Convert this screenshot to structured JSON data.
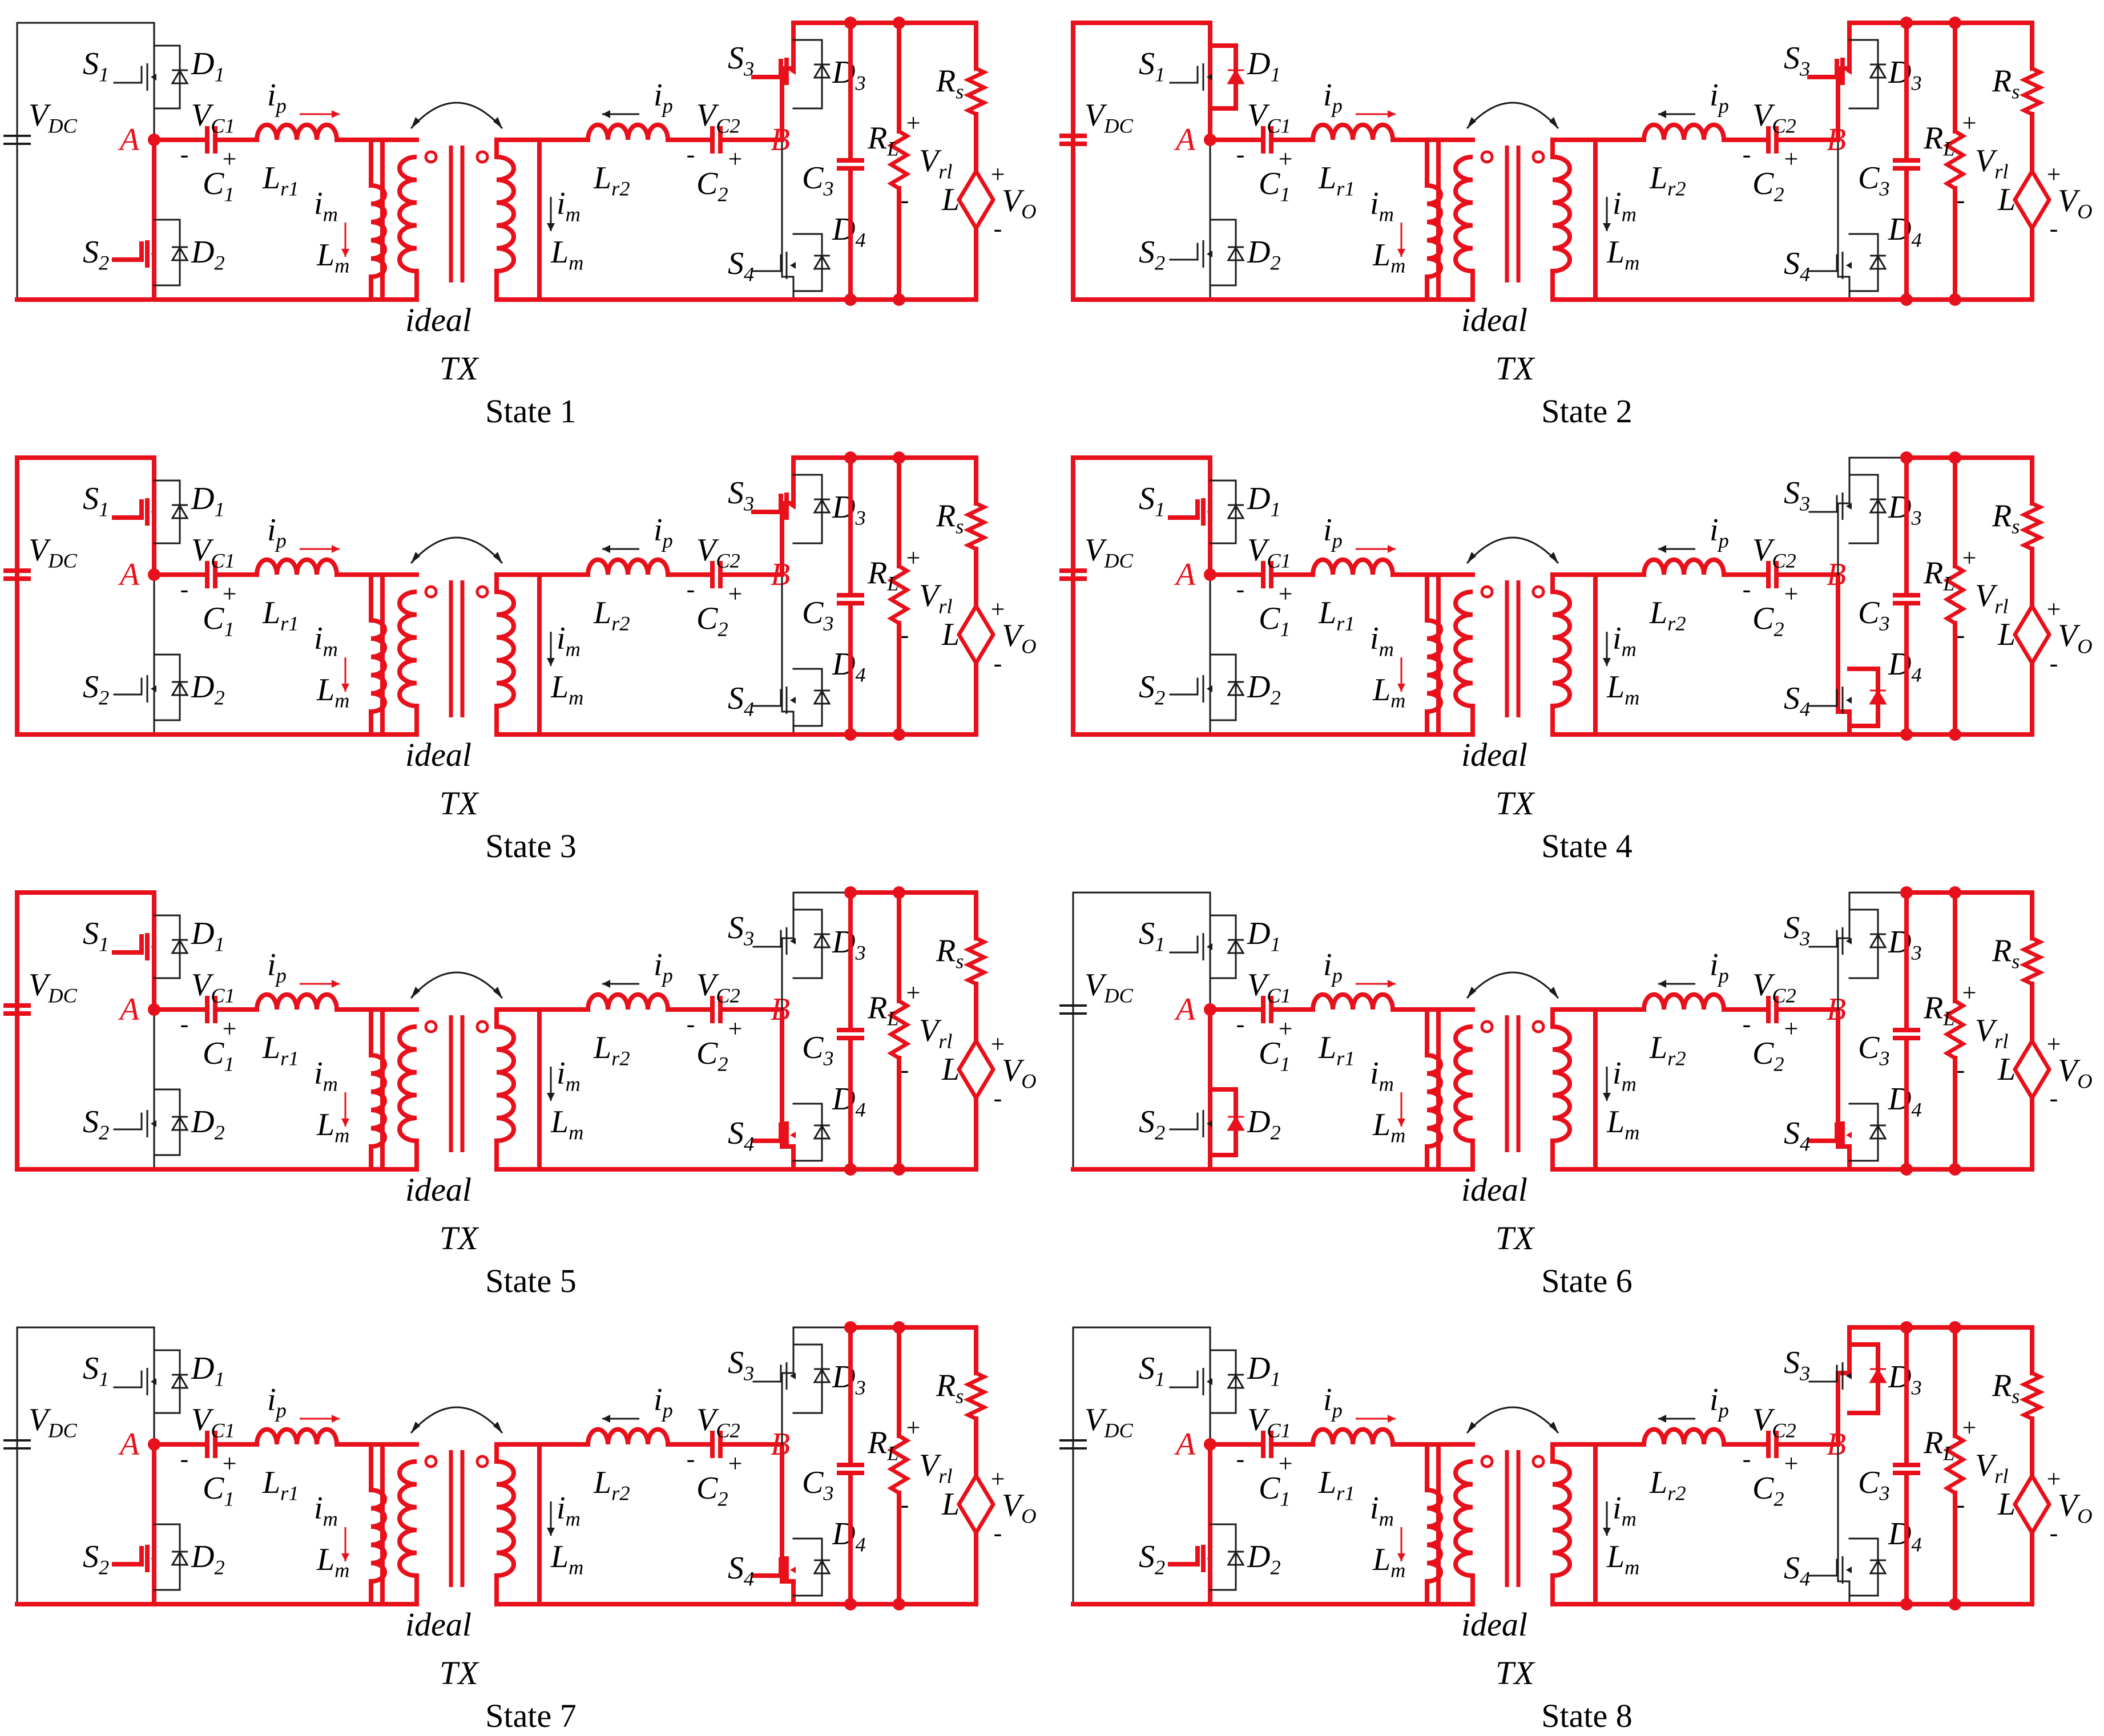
{
  "colors": {
    "active": "#e8101a",
    "inactive": "#1a1a1a",
    "background": "#ffffff"
  },
  "labels": {
    "S1": "S",
    "S1_sub": "1",
    "D1": "D",
    "D1_sub": "1",
    "S2": "S",
    "S2_sub": "2",
    "D2": "D",
    "D2_sub": "2",
    "S3": "S",
    "S3_sub": "3",
    "D3": "D",
    "D3_sub": "3",
    "S4": "S",
    "S4_sub": "4",
    "D4": "D",
    "D4_sub": "4",
    "VDC": "V",
    "VDC_sub": "DC",
    "A": "A",
    "B": "B",
    "VC1": "V",
    "VC1_sub": "C1",
    "VC2": "V",
    "VC2_sub": "C2",
    "C1": "C",
    "C1_sub": "1",
    "C2": "C",
    "C2_sub": "2",
    "C3": "C",
    "C3_sub": "3",
    "ip": "i",
    "ip_sub": "p",
    "im": "i",
    "im_sub": "m",
    "Lr1": "L",
    "Lr1_sub": "r1",
    "Lr2": "L",
    "Lr2_sub": "r2",
    "Lm": "L",
    "Lm_sub": "m",
    "RL": "R",
    "RL_sub": "L",
    "Rs": "R",
    "Rs_sub": "s",
    "Vrl": "V",
    "Vrl_sub": "rl",
    "L": "L",
    "VO": "V",
    "VO_sub": "O",
    "ideal": "ideal",
    "TX": "TX",
    "plus": "+",
    "minus": "-"
  },
  "states": [
    {
      "caption": "State 1",
      "active": {
        "s1": false,
        "s2": true,
        "s3": true,
        "s4": false,
        "vdc": false,
        "left_upper": false,
        "left_lower": true,
        "right_upper": true,
        "right_lower": false,
        "d1": false,
        "d2": false,
        "d3": false,
        "d4": false
      }
    },
    {
      "caption": "State 2",
      "active": {
        "s1": false,
        "s2": false,
        "s3": true,
        "s4": false,
        "vdc": true,
        "left_upper": true,
        "left_lower": false,
        "right_upper": true,
        "right_lower": false,
        "d1": true,
        "d2": false,
        "d3": false,
        "d4": false
      }
    },
    {
      "caption": "State 3",
      "active": {
        "s1": true,
        "s2": false,
        "s3": true,
        "s4": false,
        "vdc": true,
        "left_upper": true,
        "left_lower": false,
        "right_upper": true,
        "right_lower": false,
        "d1": false,
        "d2": false,
        "d3": false,
        "d4": false
      }
    },
    {
      "caption": "State 4",
      "active": {
        "s1": true,
        "s2": false,
        "s3": false,
        "s4": false,
        "vdc": true,
        "left_upper": true,
        "left_lower": false,
        "right_upper": false,
        "right_lower": true,
        "d1": false,
        "d2": false,
        "d3": false,
        "d4": true
      }
    },
    {
      "caption": "State 5",
      "active": {
        "s1": true,
        "s2": false,
        "s3": false,
        "s4": true,
        "vdc": true,
        "left_upper": true,
        "left_lower": false,
        "right_upper": false,
        "right_lower": true,
        "d1": false,
        "d2": false,
        "d3": false,
        "d4": false
      }
    },
    {
      "caption": "State 6",
      "active": {
        "s1": false,
        "s2": false,
        "s3": false,
        "s4": true,
        "vdc": false,
        "left_upper": false,
        "left_lower": true,
        "right_upper": false,
        "right_lower": true,
        "d1": false,
        "d2": true,
        "d3": false,
        "d4": false
      }
    },
    {
      "caption": "State 7",
      "active": {
        "s1": false,
        "s2": true,
        "s3": false,
        "s4": true,
        "vdc": false,
        "left_upper": false,
        "left_lower": true,
        "right_upper": false,
        "right_lower": true,
        "d1": false,
        "d2": false,
        "d3": false,
        "d4": false
      }
    },
    {
      "caption": "State 8",
      "active": {
        "s1": false,
        "s2": true,
        "s3": false,
        "s4": false,
        "vdc": false,
        "left_upper": false,
        "left_lower": true,
        "right_upper": true,
        "right_lower": false,
        "d1": false,
        "d2": false,
        "d3": true,
        "d4": false
      }
    }
  ]
}
